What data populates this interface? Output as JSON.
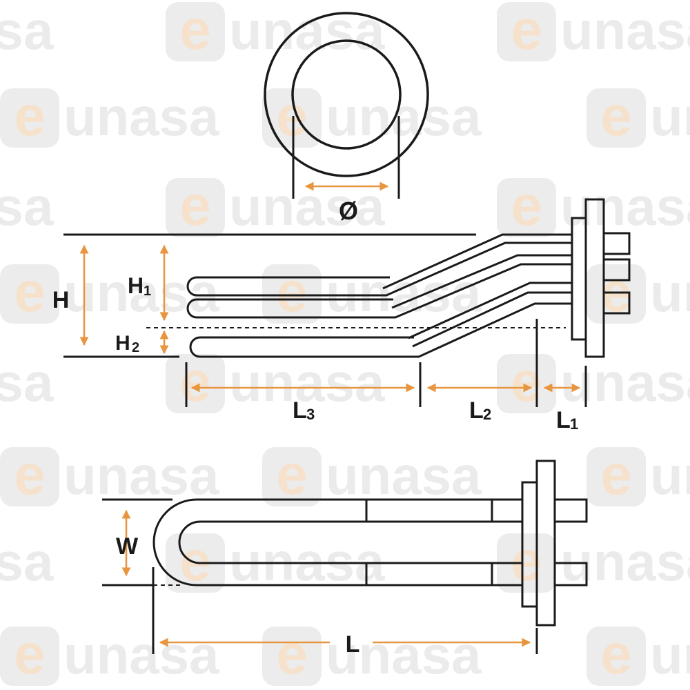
{
  "watermark": {
    "brand_letter": "e",
    "brand_text": "unasa",
    "color_badge": "#ececec",
    "color_text": "#ebebeb",
    "color_letter": "#f6e2cc"
  },
  "colors": {
    "outline": "#1a1a1a",
    "dimension_arrow": "#e8953f",
    "background": "#ffffff"
  },
  "labels": {
    "diameter": "Ø",
    "height": "H",
    "h1_main": "H",
    "h1_sub": "1",
    "h2_main": "H",
    "h2_sub": "2",
    "l3_main": "L",
    "l3_sub": "3",
    "l2_main": "L",
    "l2_sub": "2",
    "l1_main": "L",
    "l1_sub": "1",
    "width": "W",
    "length": "L"
  }
}
